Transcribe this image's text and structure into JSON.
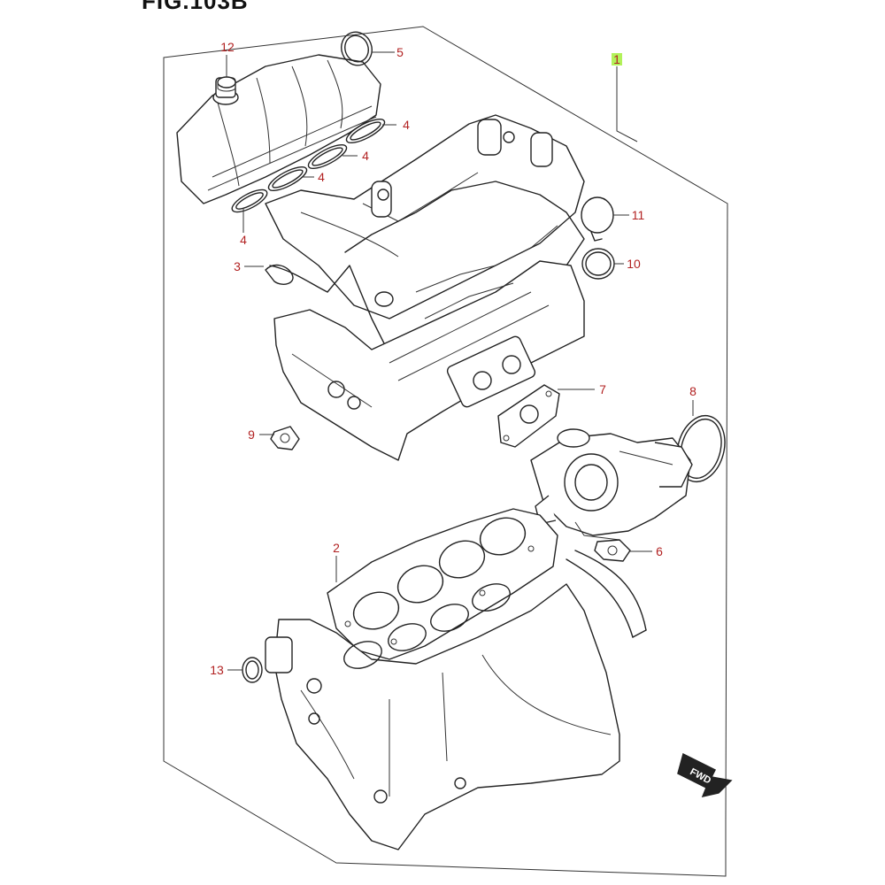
{
  "figure": {
    "title": "FIG.103B",
    "fwd_label": "FWD"
  },
  "callouts": [
    {
      "id": "1",
      "label": "1",
      "highlighted": true
    },
    {
      "id": "2",
      "label": "2"
    },
    {
      "id": "3",
      "label": "3"
    },
    {
      "id": "4a",
      "label": "4"
    },
    {
      "id": "4b",
      "label": "4"
    },
    {
      "id": "4c",
      "label": "4"
    },
    {
      "id": "4d",
      "label": "4"
    },
    {
      "id": "5",
      "label": "5"
    },
    {
      "id": "6",
      "label": "6"
    },
    {
      "id": "7",
      "label": "7"
    },
    {
      "id": "8",
      "label": "8"
    },
    {
      "id": "9",
      "label": "9"
    },
    {
      "id": "10",
      "label": "10"
    },
    {
      "id": "11",
      "label": "11"
    },
    {
      "id": "12",
      "label": "12"
    },
    {
      "id": "13",
      "label": "13"
    }
  ],
  "colors": {
    "callout_text": "#b22222",
    "highlight": "#b2f25a",
    "line": "#222222"
  }
}
